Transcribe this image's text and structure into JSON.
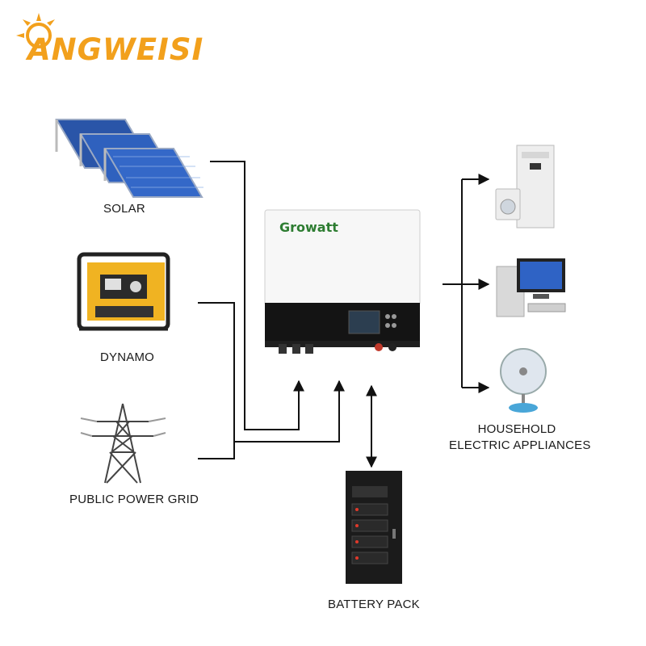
{
  "brand": {
    "logo_text": "ANGWEISI",
    "logo_color": "#f2a01c"
  },
  "inverter": {
    "brand_label": "Growatt",
    "brand_color": "#2e7d32"
  },
  "sources": {
    "solar": "SOLAR",
    "dynamo": "DYNAMO",
    "grid": "PUBLIC POWER GRID"
  },
  "loads": {
    "label_line1": "HOUSEHOLD",
    "label_line2": "ELECTRIC APPLIANCES"
  },
  "storage": {
    "label": "BATTERY PACK"
  },
  "icons": [
    "sun-icon",
    "solar-panel-icon",
    "generator-icon",
    "power-tower-icon",
    "inverter-icon",
    "air-conditioner-icon",
    "computer-icon",
    "fan-icon",
    "battery-cabinet-icon"
  ]
}
